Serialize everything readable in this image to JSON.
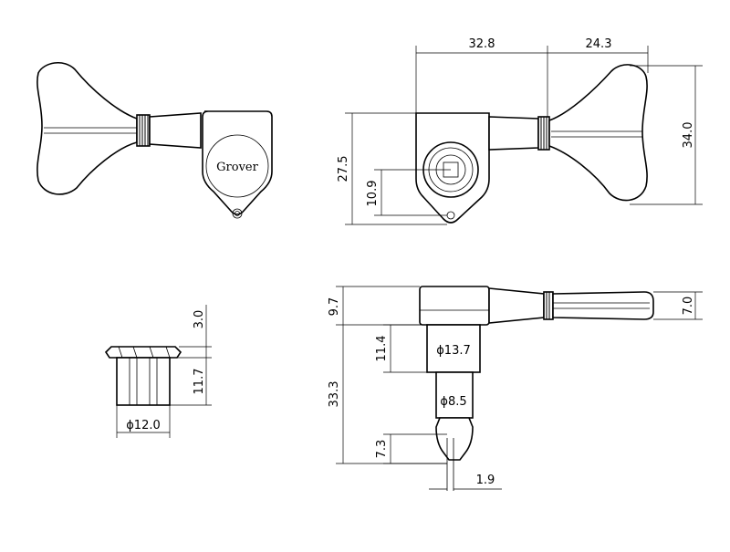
{
  "brand_label": "Grover",
  "dimensions": {
    "length_a": "32.8",
    "length_b": "24.3",
    "height_27_5": "27.5",
    "offset_10_9": "10.9",
    "width_34_0": "34.0",
    "bush_3_0": "3.0",
    "bush_11_7": "11.7",
    "bush_dia": "ϕ12.0",
    "side_9_7": "9.7",
    "side_7_0": "7.0",
    "side_11_4": "11.4",
    "side_33_3": "33.3",
    "side_7_3": "7.3",
    "side_1_9": "1.9",
    "dia_13_7": "ϕ13.7",
    "dia_8_5": "ϕ8.5"
  }
}
